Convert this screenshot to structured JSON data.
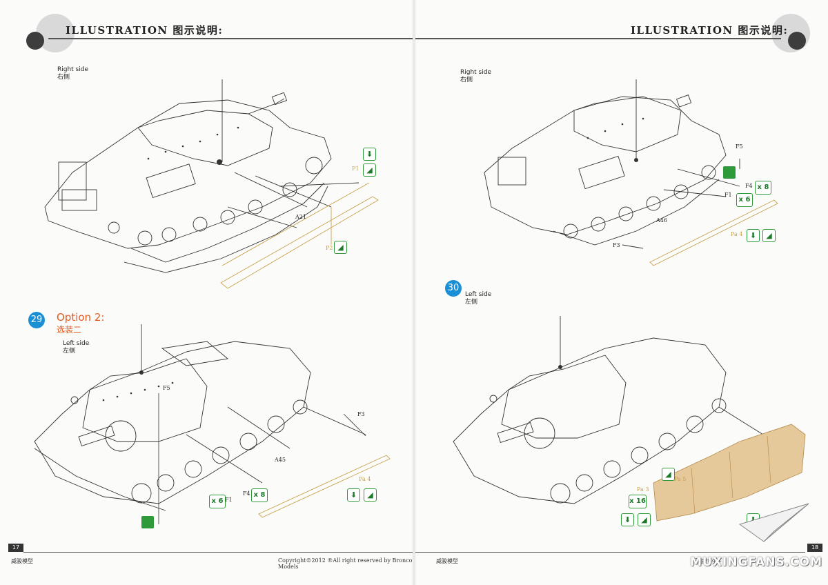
{
  "header": {
    "title": "ILLUSTRATION 图示说明:"
  },
  "left_page": {
    "top_section": {
      "side_label_en": "Right side",
      "side_label_zh": "右侧",
      "parts": {
        "p1": "P1",
        "p2": "P2",
        "a21": "A21"
      }
    },
    "step29": {
      "number": "29",
      "option_en": "Option 2:",
      "option_zh": "选装二",
      "side_label_en": "Left side",
      "side_label_zh": "左侧",
      "parts": {
        "f5": "F5",
        "f3": "F3",
        "a45": "A45",
        "pa4": "Pa 4",
        "f4": "F4",
        "f1": "F1"
      },
      "badges": {
        "x6": "x 6",
        "x8": "x 8"
      }
    },
    "page_number": "17",
    "footer_zh": "威骏模型",
    "footer_copyright": "Copyright©2012  ®All right reserved by Bronco Models"
  },
  "right_page": {
    "top_section": {
      "side_label_en": "Right side",
      "side_label_zh": "右侧",
      "parts": {
        "f5": "F5",
        "f4": "F4",
        "f1": "F1",
        "a46": "A46",
        "f3": "F3",
        "pa4": "Pa 4"
      },
      "badges": {
        "x8": "x 8",
        "x6": "x 6"
      }
    },
    "step30": {
      "number": "30",
      "side_label_en": "Left side",
      "side_label_zh": "左侧",
      "parts": {
        "pa3": "Pa 3",
        "pa5": "Pa 5"
      },
      "badges": {
        "x16": "x 16"
      }
    },
    "page_number": "18",
    "footer_zh": "威骏模型",
    "footer_copyright": "Copyright"
  },
  "watermark": "MUXINGFANS.COM",
  "colors": {
    "step_badge": "#1a8fd6",
    "option_title": "#e25a1c",
    "icon_green": "#2f9a3a",
    "photo_etch_tan": "#c8a14a"
  }
}
